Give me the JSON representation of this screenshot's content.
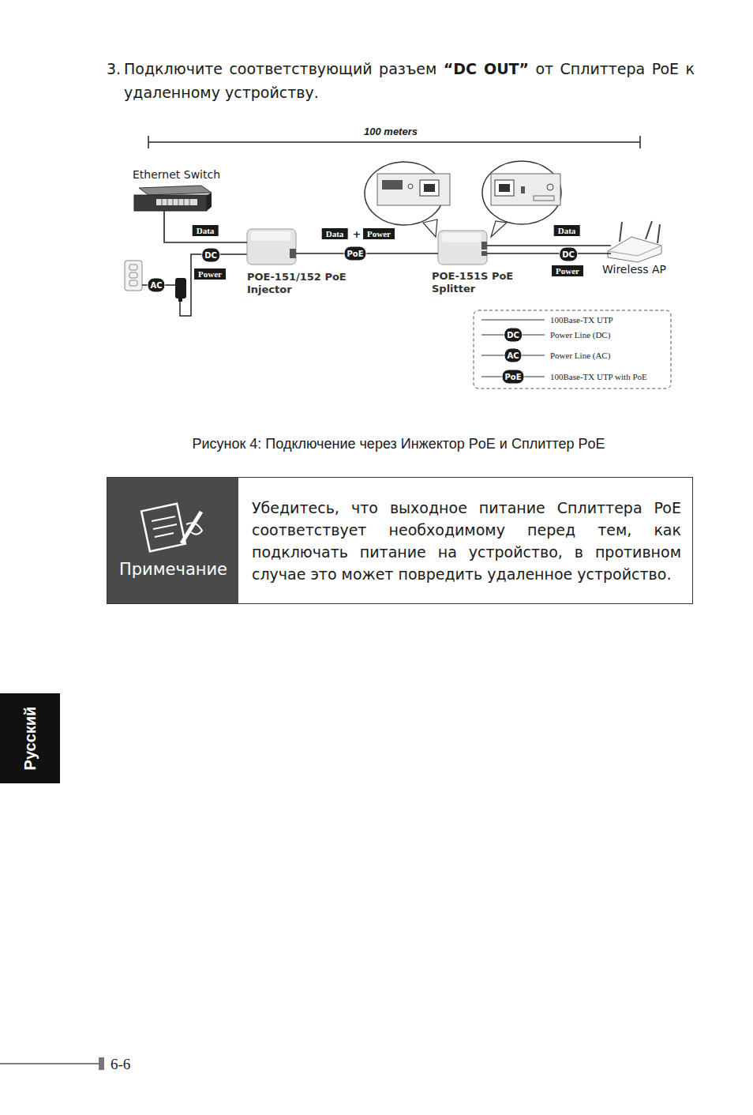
{
  "diagram": {
    "caption": "Рисунок 4:  Подключение через Инжектор PoE и Сплиттер PoE",
    "nodes": [
      {
        "text": [
          "Ethernet Switch"
        ]
      },
      {
        "text": [
          "POE-151/152 PoE Injector"
        ]
      },
      {
        "text": [
          "POE-151S PoE Splitter"
        ]
      },
      {
        "text": [
          "Wireless AP"
        ]
      },
      {
        "text": [
          "Примечание",
          "Убедитесь, что выходное питание Сплиттера PoE соответствует необходимому перед тем, как подключать питание на устройство, в противном случае это может повредить удаленное устройство."
        ]
      }
    ],
    "edges": [
      {
        "from": 0,
        "to": 1,
        "arrow": "none",
        "label": "Data"
      },
      {
        "from": 1,
        "to": 2,
        "arrow": "none",
        "label": "PoE"
      },
      {
        "from": 2,
        "to": 3,
        "arrow": "none",
        "label": "Data"
      },
      {
        "from": 2,
        "to": 3,
        "arrow": "none",
        "label": "DC"
      }
    ],
    "labels": [
      "3.",
      "Подключите соответствующий разъем",
      "“DC OUT”",
      "от Сплиттера PoE к удаленному устройству.",
      "100 meters",
      "Data",
      "+",
      "Power",
      "DC",
      "Power",
      "AC",
      "Power",
      "DC",
      "AC",
      "PoE",
      "Русский",
      "6-6"
    ],
    "legend": [
      {
        "text": "100Base-TX UTP"
      },
      {
        "text": "Power Line (DC)"
      },
      {
        "text": "Power Line (AC)"
      },
      {
        "text": "100Base-TX UTP with PoE"
      }
    ]
  }
}
